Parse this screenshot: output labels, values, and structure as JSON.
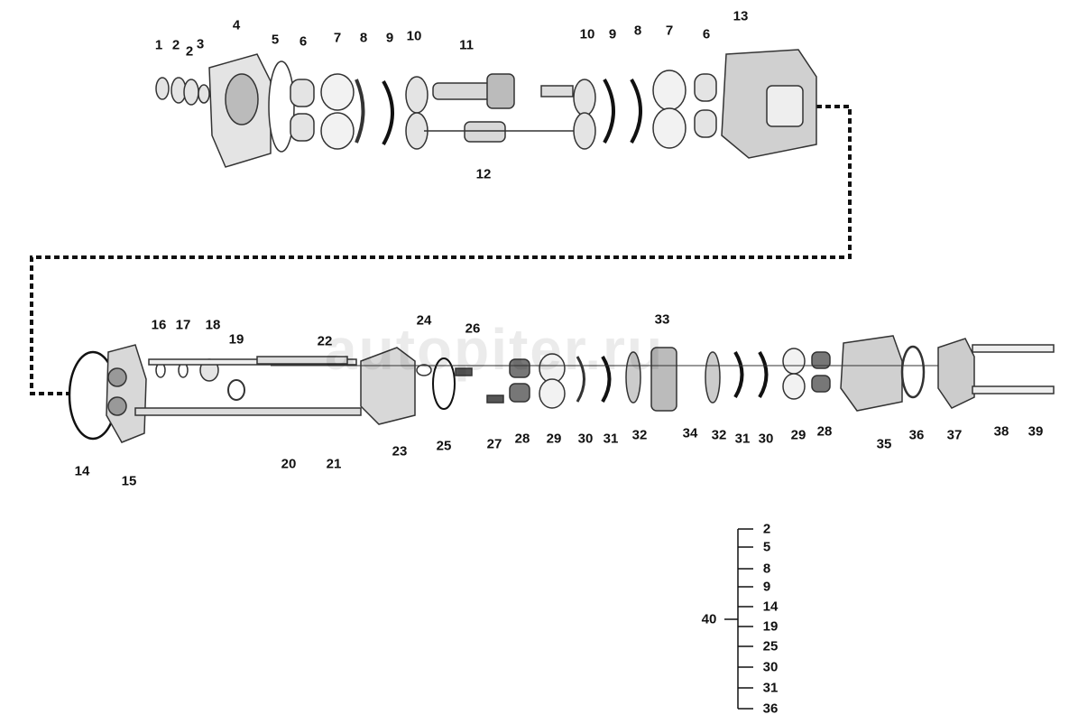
{
  "watermark": "autopiter.ru",
  "top_labels": [
    "1",
    "2",
    "2",
    "3",
    "4",
    "5",
    "6",
    "7",
    "8",
    "9",
    "10",
    "11",
    "12",
    "10",
    "9",
    "8",
    "7",
    "6",
    "13"
  ],
  "bottom_labels": [
    "14",
    "15",
    "16",
    "17",
    "18",
    "19",
    "20",
    "21",
    "22",
    "23",
    "24",
    "25",
    "26",
    "27",
    "28",
    "29",
    "30",
    "31",
    "32",
    "33",
    "34",
    "32",
    "31",
    "30",
    "29",
    "28",
    "35",
    "36",
    "37",
    "38",
    "39"
  ],
  "kit": {
    "label": "40",
    "items": [
      "2",
      "5",
      "8",
      "9",
      "14",
      "19",
      "25",
      "30",
      "31",
      "36"
    ]
  }
}
